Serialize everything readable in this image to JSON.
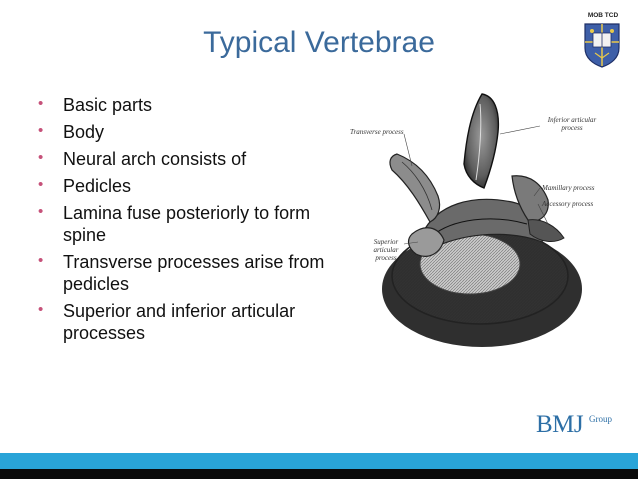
{
  "slide": {
    "title": "Typical Vertebrae",
    "crest_label": "MOB TCD",
    "bullets": [
      "Basic parts",
      "Body",
      "Neural arch consists of",
      "Pedicles",
      "Lamina fuse posteriorly to form spine",
      "Transverse processes arise from pedicles",
      "Superior and inferior articular processes"
    ],
    "figure_labels": {
      "transverse": "Transverse process",
      "inferior": "Inferior articular process",
      "mamillary": "Mamillary process",
      "accessory": "Accessory process",
      "superior": "Superior articular process"
    },
    "logo": {
      "main": "BMJ",
      "sub": "Group"
    },
    "colors": {
      "title": "#3b6a9b",
      "bullet": "#c6527a",
      "bar_blue": "#29a4d8",
      "bar_black": "#0a0a0a",
      "logo": "#2d6fa6"
    }
  }
}
